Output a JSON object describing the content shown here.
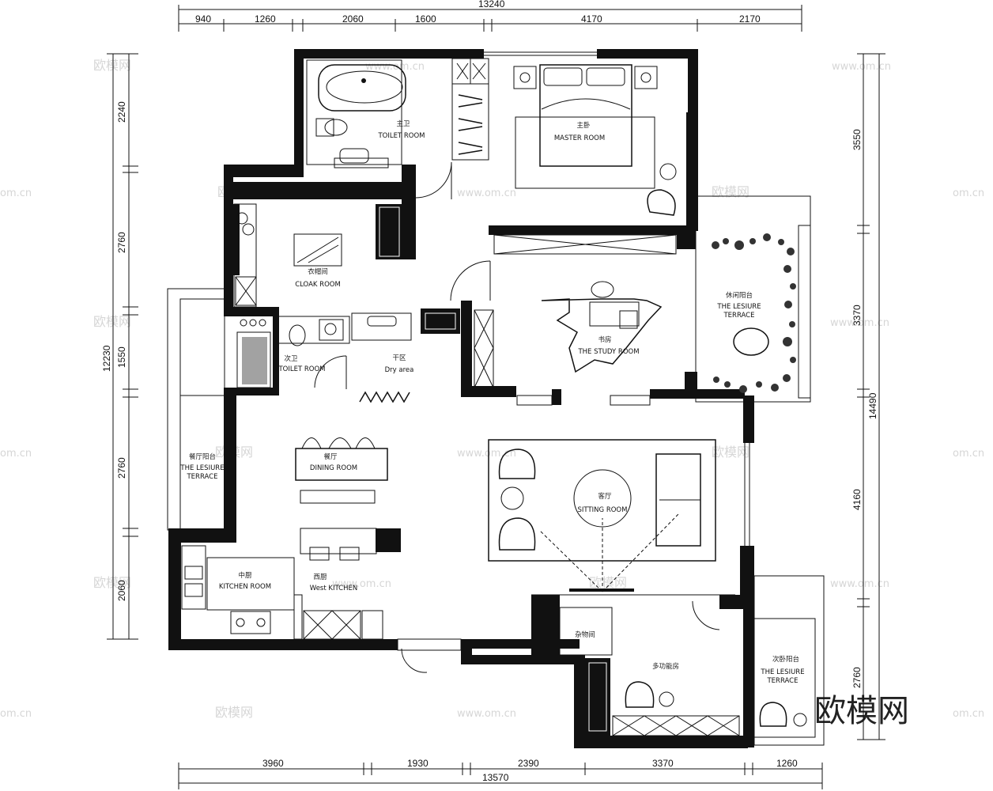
{
  "dimensions": {
    "top_total": "13240",
    "top_segments": [
      "940",
      "1260",
      "2060",
      "1600",
      "4170",
      "2170"
    ],
    "bottom_total": "13570",
    "bottom_segments": [
      "3960",
      "1930",
      "2390",
      "3370",
      "1260"
    ],
    "left_total": "12230",
    "left_segments": [
      "2240",
      "2760",
      "1550",
      "2760",
      "2060"
    ],
    "right_total": "14490",
    "right_segments": [
      "3550",
      "3370",
      "4160",
      "2760"
    ]
  },
  "rooms": {
    "toilet_main": {
      "cn": "主卫",
      "en": "TOILET ROOM"
    },
    "master": {
      "cn": "主卧",
      "en": "MASTER ROOM"
    },
    "cloak": {
      "cn": "衣帽间",
      "en": "CLOAK ROOM"
    },
    "study": {
      "cn": "书房",
      "en": "THE STUDY ROOM"
    },
    "leisure_right": {
      "cn": "休闲阳台",
      "en1": "THE LESIURE",
      "en2": "TERRACE"
    },
    "toilet_second": {
      "cn": "次卫",
      "en": "TOILET ROOM"
    },
    "dry_area": {
      "cn": "干区",
      "en": "Dry area"
    },
    "dining": {
      "cn": "餐厅",
      "en": "DINING ROOM"
    },
    "dining_terrace": {
      "cn": "餐厅阳台",
      "en1": "THE LESIURE",
      "en2": "TERRACE"
    },
    "sitting": {
      "cn": "客厅",
      "en": "SITTING ROOM"
    },
    "kitchen": {
      "cn": "中厨",
      "en": "KITCHEN ROOM"
    },
    "west_kitchen": {
      "cn": "西厨",
      "en": "West KITCHEN"
    },
    "storage": {
      "cn": "杂物间"
    },
    "multi": {
      "cn": "多功能房"
    },
    "second_terrace": {
      "cn": "次卧阳台",
      "en1": "THE LESIURE",
      "en2": "TERRACE"
    }
  },
  "watermarks": {
    "brand_small": "欧模网",
    "url": "www.om.cn",
    "url_edge": "om.cn",
    "brand_large": "欧模网"
  }
}
